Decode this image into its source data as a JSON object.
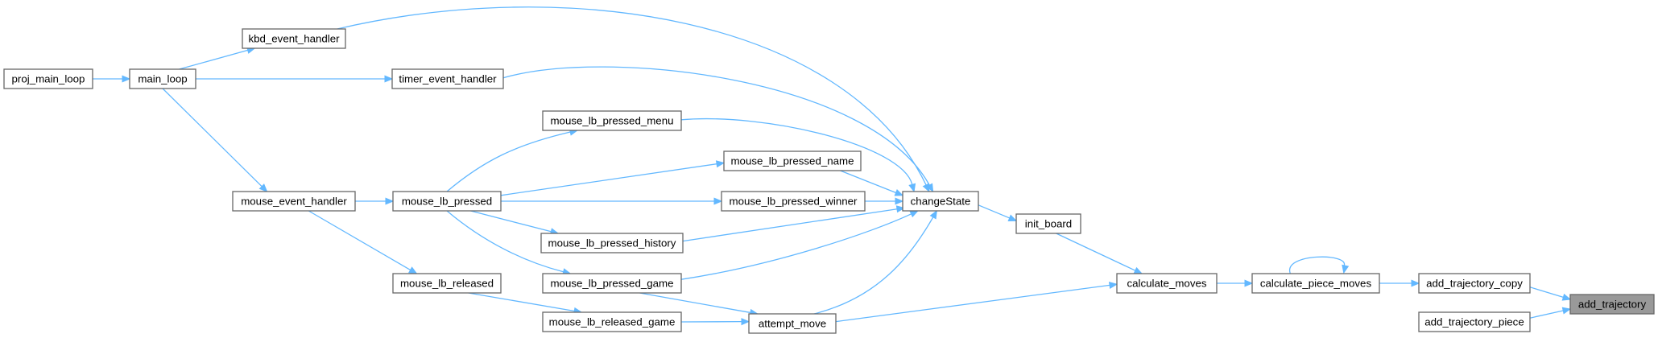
{
  "graph": {
    "colors": {
      "edge": "#63b8ff",
      "node_border": "#666666",
      "node_fill": "#ffffff",
      "highlight_fill": "#999999"
    },
    "highlighted": "add_trajectory",
    "nodes": [
      {
        "id": "proj_main_loop",
        "label": "proj_main_loop"
      },
      {
        "id": "main_loop",
        "label": "main_loop"
      },
      {
        "id": "kbd_event_handler",
        "label": "kbd_event_handler"
      },
      {
        "id": "timer_event_handler",
        "label": "timer_event_handler"
      },
      {
        "id": "mouse_event_handler",
        "label": "mouse_event_handler"
      },
      {
        "id": "mouse_lb_pressed",
        "label": "mouse_lb_pressed"
      },
      {
        "id": "mouse_lb_released",
        "label": "mouse_lb_released"
      },
      {
        "id": "mouse_lb_pressed_menu",
        "label": "mouse_lb_pressed_menu"
      },
      {
        "id": "mouse_lb_pressed_name",
        "label": "mouse_lb_pressed_name"
      },
      {
        "id": "mouse_lb_pressed_winner",
        "label": "mouse_lb_pressed_winner"
      },
      {
        "id": "mouse_lb_pressed_history",
        "label": "mouse_lb_pressed_history"
      },
      {
        "id": "mouse_lb_pressed_game",
        "label": "mouse_lb_pressed_game"
      },
      {
        "id": "mouse_lb_released_game",
        "label": "mouse_lb_released_game"
      },
      {
        "id": "attempt_move",
        "label": "attempt_move"
      },
      {
        "id": "changeState",
        "label": "changeState"
      },
      {
        "id": "init_board",
        "label": "init_board"
      },
      {
        "id": "calculate_moves",
        "label": "calculate_moves"
      },
      {
        "id": "calculate_piece_moves",
        "label": "calculate_piece_moves"
      },
      {
        "id": "add_trajectory_copy",
        "label": "add_trajectory_copy"
      },
      {
        "id": "add_trajectory_piece",
        "label": "add_trajectory_piece"
      },
      {
        "id": "add_trajectory",
        "label": "add_trajectory"
      }
    ],
    "edges": [
      {
        "from": "proj_main_loop",
        "to": "main_loop"
      },
      {
        "from": "main_loop",
        "to": "kbd_event_handler"
      },
      {
        "from": "main_loop",
        "to": "timer_event_handler"
      },
      {
        "from": "main_loop",
        "to": "mouse_event_handler"
      },
      {
        "from": "kbd_event_handler",
        "to": "changeState"
      },
      {
        "from": "timer_event_handler",
        "to": "changeState"
      },
      {
        "from": "mouse_event_handler",
        "to": "mouse_lb_pressed"
      },
      {
        "from": "mouse_event_handler",
        "to": "mouse_lb_released"
      },
      {
        "from": "mouse_lb_pressed",
        "to": "mouse_lb_pressed_menu"
      },
      {
        "from": "mouse_lb_pressed",
        "to": "mouse_lb_pressed_name"
      },
      {
        "from": "mouse_lb_pressed",
        "to": "mouse_lb_pressed_winner"
      },
      {
        "from": "mouse_lb_pressed",
        "to": "mouse_lb_pressed_history"
      },
      {
        "from": "mouse_lb_pressed",
        "to": "mouse_lb_pressed_game"
      },
      {
        "from": "mouse_lb_released",
        "to": "mouse_lb_released_game"
      },
      {
        "from": "mouse_lb_pressed_menu",
        "to": "changeState"
      },
      {
        "from": "mouse_lb_pressed_name",
        "to": "changeState"
      },
      {
        "from": "mouse_lb_pressed_winner",
        "to": "changeState"
      },
      {
        "from": "mouse_lb_pressed_history",
        "to": "changeState"
      },
      {
        "from": "mouse_lb_pressed_game",
        "to": "changeState"
      },
      {
        "from": "mouse_lb_pressed_game",
        "to": "attempt_move"
      },
      {
        "from": "mouse_lb_released_game",
        "to": "attempt_move"
      },
      {
        "from": "attempt_move",
        "to": "changeState"
      },
      {
        "from": "attempt_move",
        "to": "calculate_moves"
      },
      {
        "from": "changeState",
        "to": "init_board"
      },
      {
        "from": "init_board",
        "to": "calculate_moves"
      },
      {
        "from": "calculate_moves",
        "to": "calculate_piece_moves"
      },
      {
        "from": "calculate_piece_moves",
        "to": "calculate_piece_moves"
      },
      {
        "from": "calculate_piece_moves",
        "to": "add_trajectory_copy"
      },
      {
        "from": "add_trajectory_copy",
        "to": "add_trajectory"
      },
      {
        "from": "add_trajectory_piece",
        "to": "add_trajectory"
      }
    ]
  }
}
